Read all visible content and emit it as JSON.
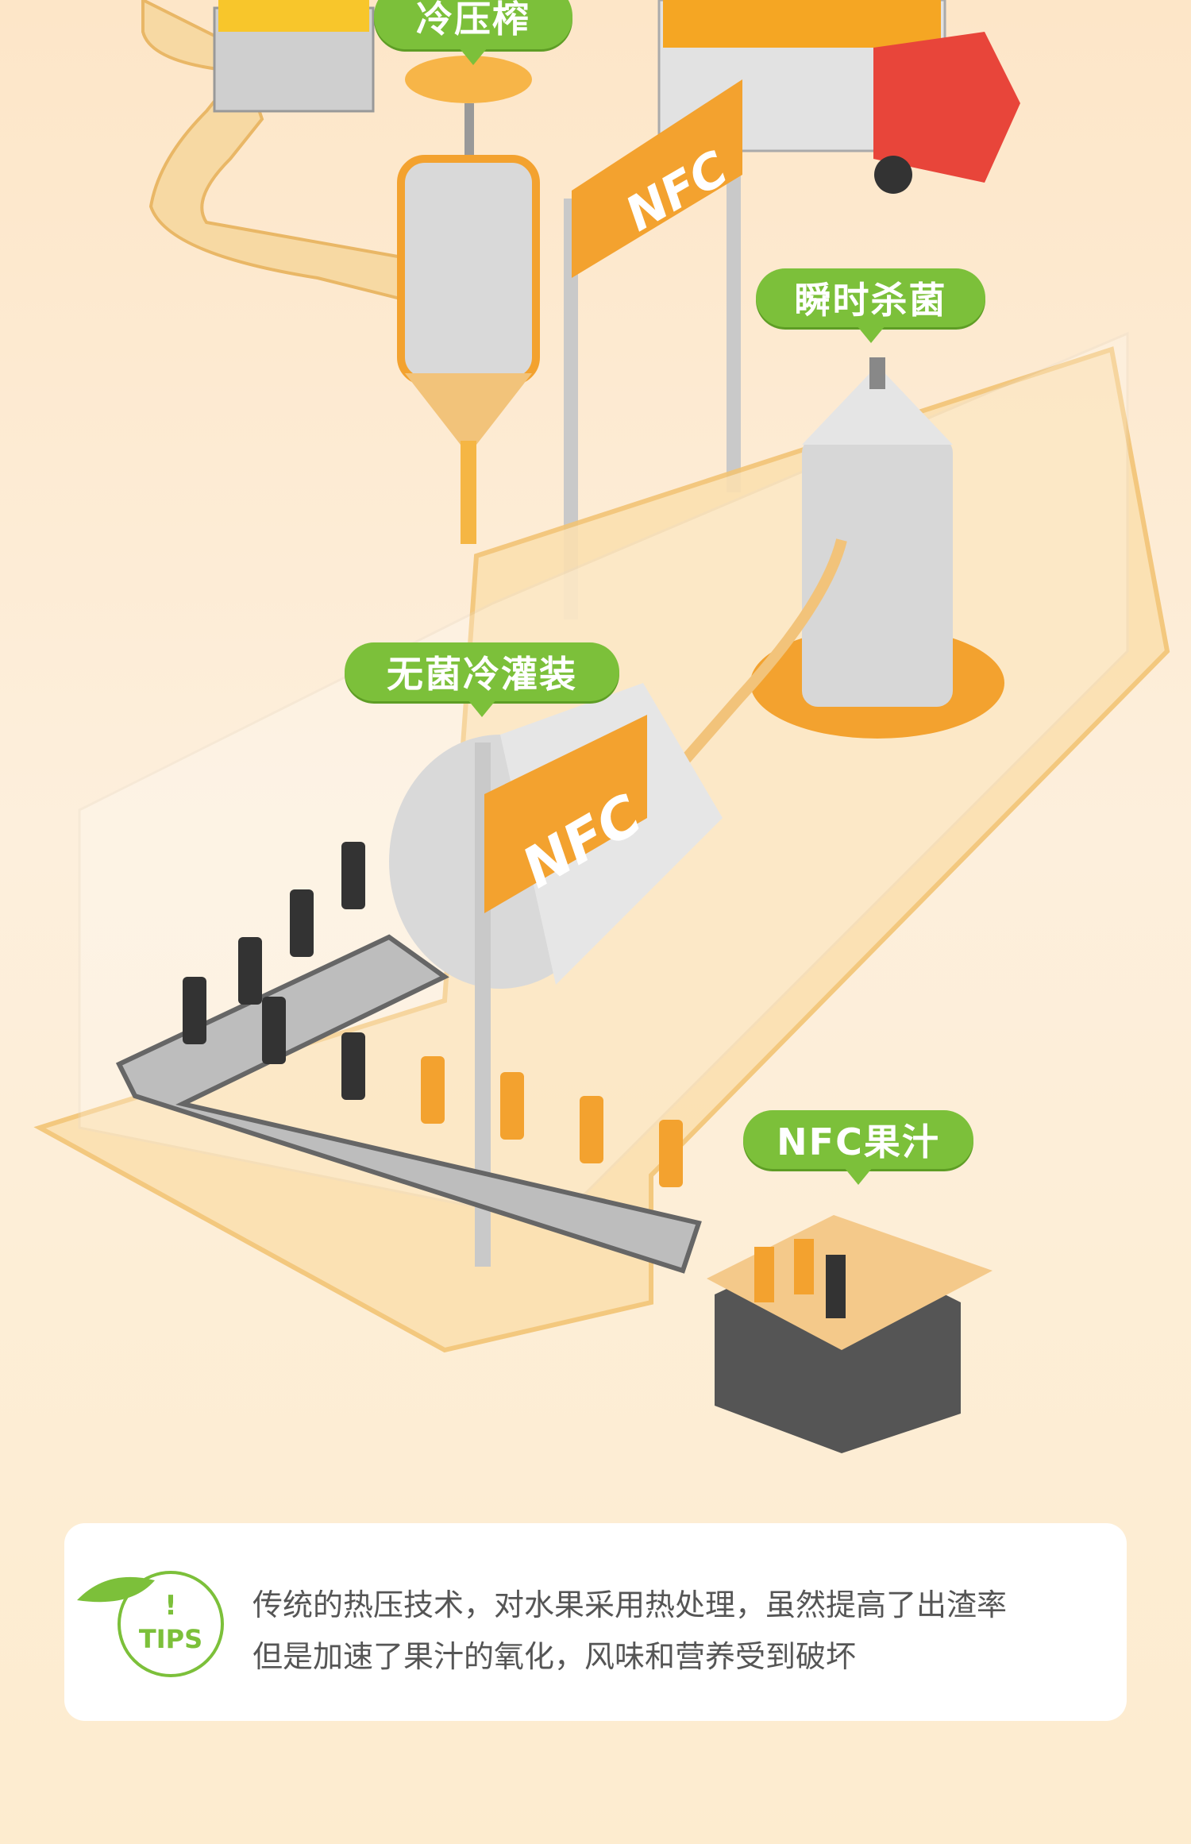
{
  "labels": {
    "cold_press": "冷压榨",
    "flash_sterilize": "瞬时杀菌",
    "aseptic_filling": "无菌冷灌装",
    "nfc_juice": "NFC果汁"
  },
  "machine_sign": "NFC",
  "bottle_label": "NFC",
  "tips": {
    "icon_text": "TIPS",
    "icon_mark": "!",
    "lines": [
      "传统的热压技术，对水果采用热处理，虽然提高了出渣率",
      "但是加速了果汁的氧化，风味和营养受到破坏"
    ]
  },
  "colors": {
    "accent_green": "#7cc03a",
    "orange": "#f4a62a",
    "truck_red": "#e8453a"
  }
}
